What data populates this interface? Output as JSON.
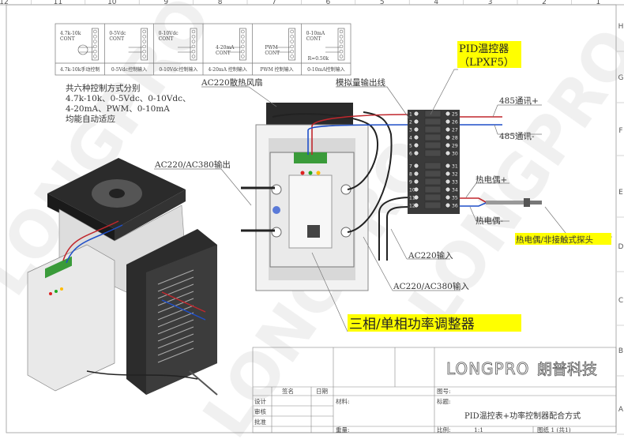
{
  "ruler": {
    "columns": [
      "12",
      "11",
      "10",
      "9",
      "8",
      "7",
      "6",
      "5",
      "4",
      "3",
      "2",
      "1"
    ],
    "rows": [
      "H",
      "G",
      "F",
      "E",
      "D",
      "C",
      "B",
      "A"
    ]
  },
  "control_modes": [
    {
      "label": "4.7k-10k\nCONT",
      "caption": "4.7k-10k手动控制"
    },
    {
      "label": "0-5Vdc\nCONT",
      "caption": "0-5Vdc控制输入"
    },
    {
      "label": "0-10Vdc\nCONT",
      "caption": "0-10Vdc控制输入"
    },
    {
      "label": "4-20mA\nCONT",
      "caption": "4-20mA 控制输入"
    },
    {
      "label": "PWM\nCONT",
      "caption": "PWM 控制输入"
    },
    {
      "label": "0-10mA\nCONT",
      "caption": "0-10mA控制输入",
      "note": "R=0.50k"
    }
  ],
  "description": {
    "line1": "共六种控制方式分别",
    "line2": "4.7k-10k、0-5Vdc、0-10Vdc、",
    "line3": "4-20mA、PWM、0-10mA",
    "line4": "均能自动适应"
  },
  "callouts": {
    "fan": "AC220散热风扇",
    "analog_out": "模拟量输出线",
    "output": "AC220/AC380输出",
    "ac220_in": "AC220输入",
    "ac380_in": "AC220/AC380输入",
    "rs485_plus": "485通讯+",
    "rs485_minus": "485通讯-",
    "tc_plus": "热电偶+",
    "tc_minus": "热电偶-",
    "probe": "热电偶/非接触式探头",
    "pid_title": "PID温控器",
    "pid_model": "（LPXF5）",
    "regulator": "三相/单相功率调整器"
  },
  "terminal_numbers": {
    "left": [
      "1",
      "2",
      "3",
      "4",
      "5",
      "6",
      "7",
      "8",
      "9",
      "10",
      "11",
      "12"
    ],
    "right": [
      "25",
      "26",
      "27",
      "28",
      "29",
      "30",
      "31",
      "32",
      "33",
      "34",
      "35",
      "36"
    ]
  },
  "title_block": {
    "sign": "签名",
    "date": "日期",
    "design": "设计",
    "review": "审核",
    "approve": "批准",
    "material": "材料:",
    "weight": "重量:",
    "drawing_no": "图号:",
    "title_label": "标题:",
    "title": "PID温控表+功率控制器配合方式",
    "scale_label": "比例:",
    "scale": "1:1",
    "sheet": "图纸 1 (共1)",
    "logo_en": "LONGPRO",
    "logo_cn": "朗普科技"
  },
  "watermark": "LONGPRO",
  "colors": {
    "highlight": "#ffff00",
    "wire_red": "#c0272d",
    "wire_blue": "#1f4fc8",
    "controller_body": "#3a3a3a"
  }
}
